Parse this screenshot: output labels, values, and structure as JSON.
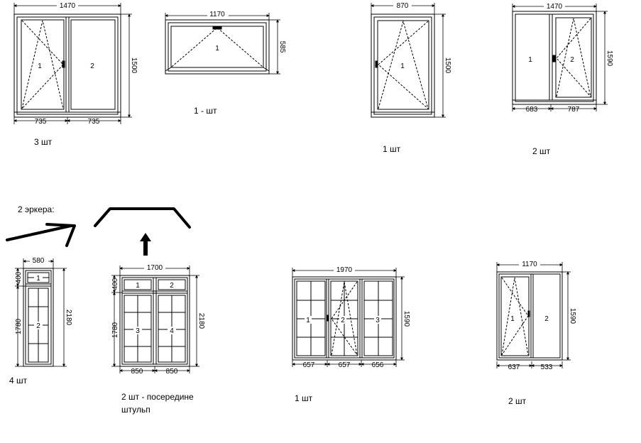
{
  "windows": [
    {
      "id": "w1",
      "width": "1470",
      "height": "1500",
      "sashes": [
        "1",
        "2"
      ],
      "bottom_dims": [
        "735",
        "735"
      ],
      "qty": "3 шт"
    },
    {
      "id": "w2",
      "width": "1170",
      "height": "585",
      "sashes": [
        "1"
      ],
      "qty": "1 - шт"
    },
    {
      "id": "w3",
      "width": "870",
      "height": "1500",
      "sashes": [
        "1"
      ],
      "qty": "1 шт"
    },
    {
      "id": "w4",
      "width": "1470",
      "height": "1590",
      "sashes": [
        "1",
        "2"
      ],
      "bottom_dims": [
        "683",
        "787"
      ],
      "qty": "2 шт"
    },
    {
      "id": "w5",
      "width": "580",
      "height_total": "2180",
      "height_top": "400",
      "height_bottom": "1780",
      "sashes": [
        "1",
        "2"
      ],
      "qty": "4 шт"
    },
    {
      "id": "w6",
      "width": "1700",
      "height_total": "2180",
      "height_top": "400",
      "height_bottom": "1780",
      "sashes": [
        "1",
        "2",
        "3",
        "4"
      ],
      "bottom_dims": [
        "850",
        "850"
      ],
      "qty": "2 шт - посередине штульп"
    },
    {
      "id": "w7",
      "width": "1970",
      "height": "1590",
      "sashes": [
        "1",
        "2",
        "3"
      ],
      "bottom_dims": [
        "657",
        "657",
        "656"
      ],
      "qty": "1 шт"
    },
    {
      "id": "w8",
      "width": "1170",
      "height": "1590",
      "sashes": [
        "1",
        "2"
      ],
      "bottom_dims": [
        "637",
        "533"
      ],
      "qty": "2 шт"
    }
  ],
  "bay_note": "2 эркера:"
}
